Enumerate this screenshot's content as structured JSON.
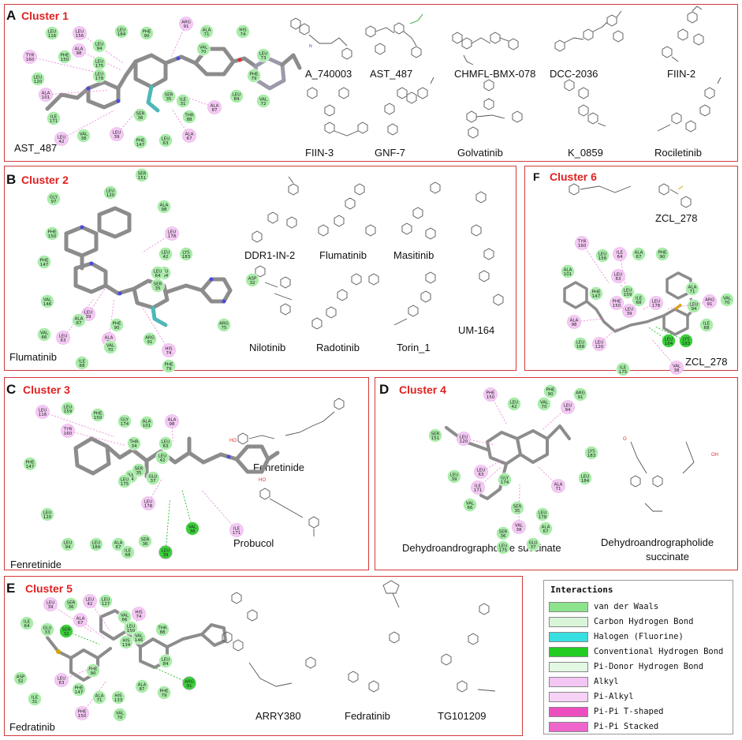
{
  "panels": {
    "A": {
      "letter": "A",
      "title": "Cluster 1",
      "main_ligand": "AST_487",
      "molecules": [
        "A_740003",
        "AST_487",
        "CHMFL-BMX-078",
        "DCC-2036",
        "FIIN-2",
        "FIIN-3",
        "GNF-7",
        "Golvatinib",
        "K_0859",
        "Rociletinib"
      ]
    },
    "B": {
      "letter": "B",
      "title": "Cluster 2",
      "main_ligand": "Flumatinib",
      "molecules": [
        "DDR1-IN-2",
        "Flumatinib",
        "Masitinib",
        "Nilotinib",
        "Radotinib",
        "Torin_1",
        "UM-164"
      ]
    },
    "C": {
      "letter": "C",
      "title": "Cluster 3",
      "main_ligand": "Fenretinide",
      "molecules": [
        "Fenretinide",
        "Probucol"
      ]
    },
    "D": {
      "letter": "D",
      "title": "Cluster 4",
      "main_ligand": "Dehydroandrographolide succinate",
      "molecules": [
        "Dehydroandrographolide",
        "succinate"
      ]
    },
    "E": {
      "letter": "E",
      "title": "Cluster 5",
      "main_ligand": "Fedratinib",
      "molecules": [
        "ARRY380",
        "Fedratinib",
        "TG101209"
      ]
    },
    "F": {
      "letter": "F",
      "title": "Cluster 6",
      "main_ligand": "ZCL_278",
      "molecules": [
        "ZCL_278"
      ]
    }
  },
  "residues": {
    "A": [
      "TYR 160",
      "LEU 116",
      "LEU 156",
      "PHE 150",
      "ALA 98",
      "LEU 94",
      "LEU 175",
      "LEU 178",
      "LEU 184",
      "PHE 90",
      "ARG 91",
      "ALA 71",
      "VAL 70",
      "HIS 74",
      "LEU 73",
      "PHE 79",
      "VAL 72",
      "LEU 84",
      "ALA 87",
      "ILE 31",
      "THR 88",
      "SER 35",
      "SER 36",
      "LEU 63",
      "ALA 67",
      "PHE 147",
      "LEU 39",
      "VAL 38",
      "LEU 42",
      "ILE 171",
      "ALA 101",
      "LEU 120"
    ],
    "B": [
      "GLY 97",
      "LEU 120",
      "SER 151",
      "ALA 98",
      "LEU 178",
      "LEU 42",
      "LYS 183",
      "LEU 184",
      "LEU 64",
      "SER 35",
      "ASP 32",
      "PHE 150",
      "PHE 147",
      "VAL 146",
      "LEU 39",
      "VAL 66",
      "LEU 63",
      "ALA 67",
      "ALA 71",
      "PHE 90",
      "VAL 70",
      "ARG 91",
      "HIS 74",
      "PHE 79",
      "ILE 68",
      "ARG 75"
    ],
    "C": [
      "LEU 116",
      "LEU 159",
      "TYR 160",
      "PHE 150",
      "GLY 174",
      "ALA 101",
      "ALA 98",
      "LEU 63",
      "THR 34",
      "LEU 42",
      "PHE 147",
      "ILE 64",
      "GLU 37",
      "LEU 175",
      "SER 35",
      "LEU 120",
      "LEU 178",
      "LEU 94",
      "LEU 184",
      "ALA 67",
      "ILE 68",
      "SER 36",
      "LEU 39",
      "VAL 38",
      "ILE 171"
    ],
    "D": [
      "PHE 150",
      "LEU 42",
      "VAL 70",
      "PHE 90",
      "LEU 94",
      "ARG 91",
      "SER 151",
      "LYS 183",
      "LEU 120",
      "LEU 39",
      "LEU 63",
      "GLY 174",
      "ILE 171",
      "VAL 66",
      "ALA 71",
      "LEU 184",
      "SER 35",
      "LEU 178",
      "VAL 38",
      "ALA 67",
      "SER 36",
      "GLU 37",
      "LEU 175"
    ],
    "E": [
      "LEU 39",
      "SER 36",
      "LEU 42",
      "LEU 127",
      "HIS 74",
      "ILE 64",
      "GLU 33",
      "SER 32",
      "ALA 67",
      "VAL 66",
      "LEU 150",
      "VAL 146",
      "THR 88",
      "HIS 134",
      "LEU 84",
      "PHE 90",
      "PHE 147",
      "ASP 32",
      "LEU 63",
      "ILE 31",
      "PHE 150",
      "ALA 71",
      "HIS 133",
      "ALA 87",
      "VAL 70",
      "PHE 79",
      "ARG 91"
    ],
    "F": [
      "TYR 160",
      "LEU 156",
      "ILE 64",
      "ALA 67",
      "PHE 90",
      "ALA 101",
      "LEU 63",
      "LEU 159",
      "LEU 39",
      "PHE 147",
      "PHE 150",
      "ILE 68",
      "LEU 178",
      "ALA 71",
      "ALA 98",
      "LEU 94",
      "ARG 91",
      "VAL 70",
      "ILE 68",
      "LEU 168",
      "LEU 120",
      "LEU 184",
      "LYS 183",
      "ILE 175",
      "VAL 38"
    ]
  },
  "legend": {
    "title": "Interactions",
    "items": [
      {
        "label": "van der Waals",
        "color": "#8ce38c"
      },
      {
        "label": "Carbon Hydrogen Bond",
        "color": "#d8f5d8"
      },
      {
        "label": "Halogen (Fluorine)",
        "color": "#36e0e0"
      },
      {
        "label": "Conventional Hydrogen Bond",
        "color": "#22cc22"
      },
      {
        "label": "Pi-Donor Hydrogen Bond",
        "color": "#e2f8e2"
      },
      {
        "label": "Alkyl",
        "color": "#f3c6f3"
      },
      {
        "label": "Pi-Alkyl",
        "color": "#f6d2f6"
      },
      {
        "label": "Pi-Pi T-shaped",
        "color": "#ee4fbf"
      },
      {
        "label": "Pi-Pi Stacked",
        "color": "#ee66cc"
      }
    ]
  }
}
